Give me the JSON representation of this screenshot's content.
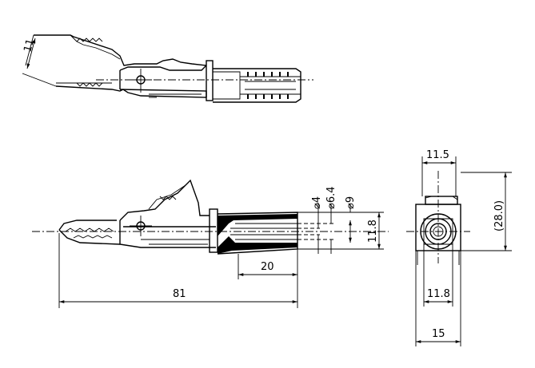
{
  "dimensions": {
    "top_jaw_opening": "11",
    "overall_length": "81",
    "sleeve_length": "20",
    "bore_diameter": "⌀4",
    "inner_diameter": "⌀6.4",
    "outer_diameter": "⌀9",
    "height_side": "11.8",
    "end_width_top": "11.5",
    "end_width_bottom": "11.8",
    "end_height": "(28.0)",
    "end_overall_width": "15"
  },
  "views": [
    "top-view-clip",
    "side-view-clip",
    "end-view-clip"
  ]
}
